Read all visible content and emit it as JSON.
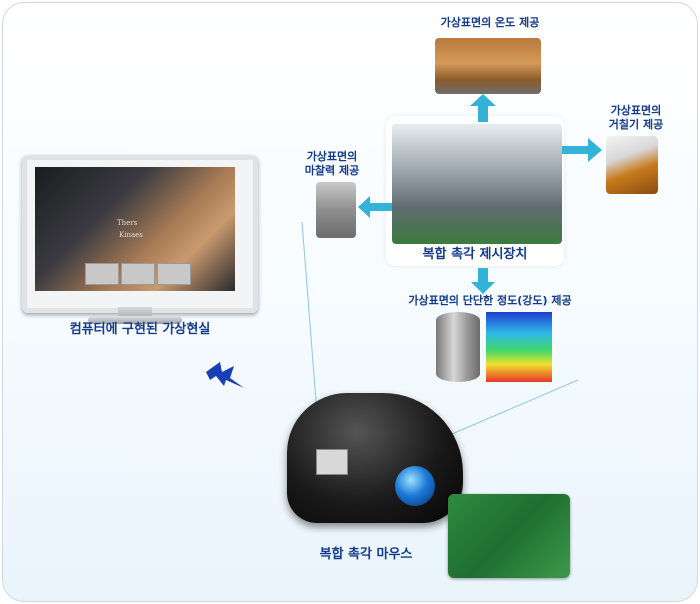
{
  "monitor": {
    "label": "컴퓨터에 구현된 가상현실",
    "screen_texts": [
      "Thers",
      "Kinaes"
    ]
  },
  "center_device": {
    "label": "복합 촉각 제시장치"
  },
  "temperature": {
    "label": "가상표면의 온도 제공"
  },
  "roughness": {
    "label_line1": "가상표면의",
    "label_line2": "거칠기 제공"
  },
  "friction": {
    "label_line1": "가상표면의",
    "label_line2": "마찰력 제공"
  },
  "stiffness": {
    "label": "가상표면의 단단한 정도(강도) 제공"
  },
  "mouse": {
    "label": "복합 촉각 마우스"
  },
  "colors": {
    "label_text": "#143a8c",
    "arrow": "#34b3d9",
    "lightning": "#1740b8",
    "connector_line": "#8fc4e6"
  },
  "icons": [
    "lightning-icon",
    "arrow-up-icon",
    "arrow-right-icon",
    "arrow-left-icon",
    "arrow-down-icon"
  ]
}
